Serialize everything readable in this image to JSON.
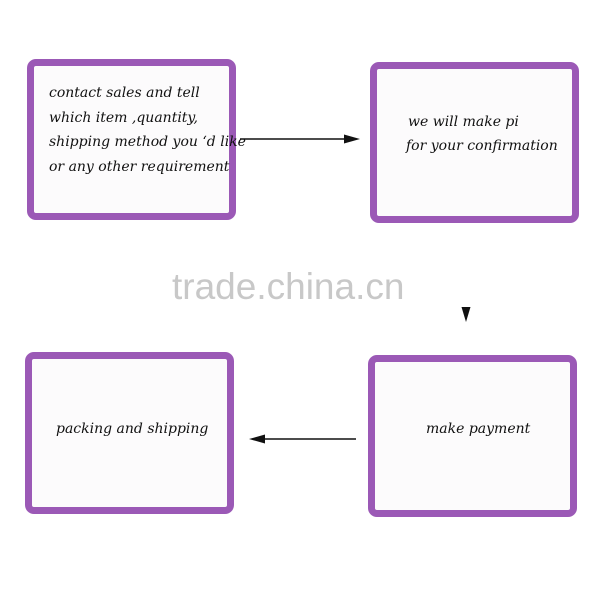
{
  "steps": [
    {
      "id": "contact-sales",
      "lines": [
        "contact sales and tell",
        "which item ,quantity,",
        "shipping method you ‘d like",
        "or any other requirement"
      ]
    },
    {
      "id": "make-pi",
      "lines": [
        "we will make pi",
        "for your confirmation"
      ]
    },
    {
      "id": "make-payment",
      "lines": [
        "make payment"
      ]
    },
    {
      "id": "packing-shipping",
      "lines": [
        "packing and  shipping"
      ]
    }
  ],
  "watermark": "trade.china.cn",
  "colors": {
    "border": "#9b59b6",
    "box_fill": "#fcfbfc",
    "text": "#111111",
    "arrow": "#111111",
    "watermark": "#c8c8c8"
  }
}
